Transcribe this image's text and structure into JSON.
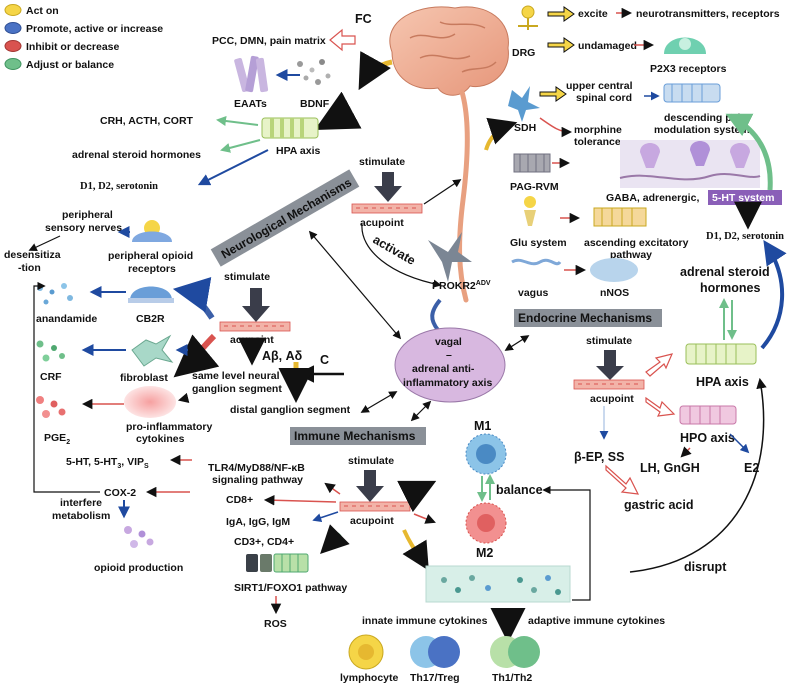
{
  "legend": [
    {
      "label": "Act on",
      "color": "#f5d547"
    },
    {
      "label": "Promote, active or increase",
      "color": "#4a72c4"
    },
    {
      "label": "Inhibit or decrease",
      "color": "#d9534f"
    },
    {
      "label": "Adjust or balance",
      "color": "#6fbf8a"
    }
  ],
  "banners": {
    "neuro": "Neurological Mechanisms",
    "endocrine": "Endocrine Mechanisms",
    "immune": "Immune Mechanisms"
  },
  "labels": {
    "fc": "FC",
    "pcc": "PCC, DMN, pain matrix",
    "eaats": "EAATs",
    "bdnf": "BDNF",
    "crh": "CRH, ACTH, CORT",
    "adrenal_steroid": "adrenal steroid hormones",
    "hpa_top": "HPA axis",
    "d1_top": "D1, D2, serotonin",
    "stimulate_top": "stimulate",
    "acupoint_top": "acupoint",
    "activate": "activate",
    "prokr2": "PROKR2",
    "prokr2_sup": "ADV",
    "peripheral_nerves_1": "peripheral",
    "peripheral_nerves_2": "sensory nerves",
    "desens_1": "desensitiza",
    "desens_2": "-tion",
    "opioid_receptors_1": "peripheral opioid",
    "opioid_receptors_2": "receptors",
    "anandamide": "anandamide",
    "cb2r": "CB2R",
    "stimulate_left": "stimulate",
    "acupoint_left": "acupoint",
    "abeta": "Aβ, Aδ",
    "c_fiber": "C",
    "crf": "CRF",
    "fibroblast": "fibroblast",
    "same_level_1": "same level neural",
    "same_level_2": "ganglion segment",
    "distal": "distal ganglion segment",
    "pge": "PGE",
    "pge_sub": "2",
    "proinflam_1": "pro-inflammatory",
    "proinflam_2": "cytokines",
    "ht_a": "5-HT, 5-HT",
    "ht_sub1": "3",
    "ht_b": ", VIP",
    "ht_sub2": "S",
    "cox2": "COX-2",
    "interfere_1": "interfere",
    "interfere_2": "metabolism",
    "opioid_production": "opioid production",
    "vagal_1": "vagal",
    "vagal_2": "–",
    "vagal_3": "adrenal anti-",
    "vagal_4": "inflammatory axis",
    "dhg": "DRG",
    "excite": "excite",
    "neurotransmitters": "neurotransmitters, receptors",
    "undamaged": "undamaged",
    "p2x3": "P2X3 receptors",
    "sdh": "SDH",
    "upper_1": "upper central",
    "upper_2": "spinal cord",
    "descending_1": "descending pain",
    "descending_2": "modulation system",
    "morphine_1": "morphine",
    "morphine_2": "tolerance",
    "pag": "PAG-RVM",
    "gaba": "GABA, adrenergic,",
    "ht_system": "5-HT system",
    "glu": "Glu system",
    "ascending_1": "ascending excitatory",
    "ascending_2": "pathway",
    "d1_right": "D1, D2, serotonin",
    "vagus": "vagus",
    "nnos": "nNOS",
    "adrenal_right_1": "adrenal steroid",
    "adrenal_right_2": "hormones",
    "stimulate_endo": "stimulate",
    "acupoint_endo": "acupoint",
    "hpa_right": "HPA axis",
    "hpo": "HPO axis",
    "beta_ep": "β-EP, SS",
    "lh": "LH, GnGH",
    "e2": "E2",
    "gastric": "gastric acid",
    "stimulate_imm": "stimulate",
    "acupoint_imm": "acupoint",
    "tlr4_1": "TLR4/MyD88/NF-κB",
    "tlr4_2": "signaling pathway",
    "cd8": "CD8+",
    "igs": "IgA, IgG, IgM",
    "cd3": "CD3+, CD4+",
    "sirt1": "SIRT1/FOXO1 pathway",
    "ros": "ROS",
    "m1": "M1",
    "m2": "M2",
    "balance": "balance",
    "disrupt": "disrupt",
    "innate": "innate immune cytokines",
    "adaptive": "adaptive immune cytokines",
    "lymphocyte": "lymphocyte",
    "th17": "Th17/Treg",
    "th1": "Th1/Th2"
  }
}
